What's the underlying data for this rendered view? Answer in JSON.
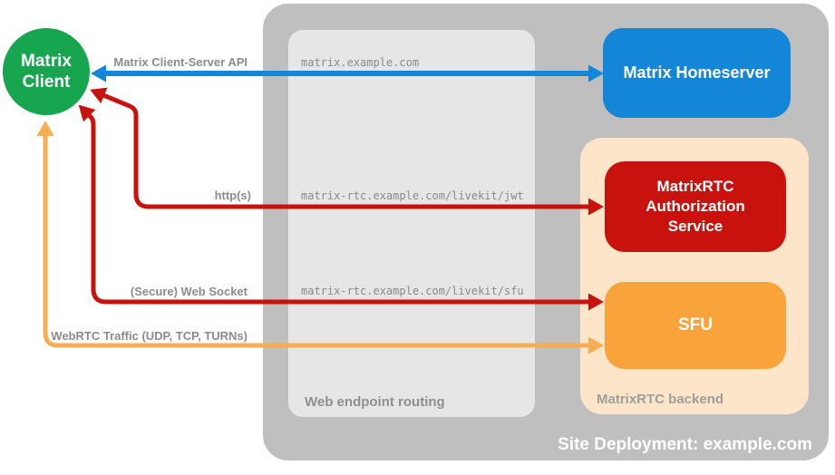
{
  "client": {
    "line1": "Matrix",
    "line2": "Client",
    "color": "#17A64F"
  },
  "homeserver": {
    "label": "Matrix Homeserver",
    "color": "#1386D8"
  },
  "auth_service": {
    "label": "MatrixRTC Authorization Service",
    "color": "#C9110E"
  },
  "sfu": {
    "label": "SFU",
    "color": "#F9A33B"
  },
  "containers": {
    "site": {
      "label": "Site Deployment: example.com",
      "color": "#BFBFBF"
    },
    "routing": {
      "label": "Web endpoint routing",
      "color": "#E6E6E6"
    },
    "backend": {
      "label": "MatrixRTC backend",
      "color": "#FCE5C8"
    }
  },
  "routes": [
    {
      "host": "matrix.example.com"
    },
    {
      "host": "matrix-rtc.example.com/livekit/jwt"
    },
    {
      "host": "matrix-rtc.example.com/livekit/sfu"
    }
  ],
  "connections": [
    {
      "label": "Matrix Client-Server API",
      "color": "#1386D8",
      "bidirectional": true
    },
    {
      "label": "http(s)",
      "color": "#C9110E",
      "bidirectional": true
    },
    {
      "label": "(Secure) Web Socket",
      "color": "#C9110E",
      "bidirectional": true
    },
    {
      "label": "WebRTC Traffic (UDP, TCP, TURNs)",
      "color": "#F8AD53",
      "bidirectional": true
    }
  ]
}
